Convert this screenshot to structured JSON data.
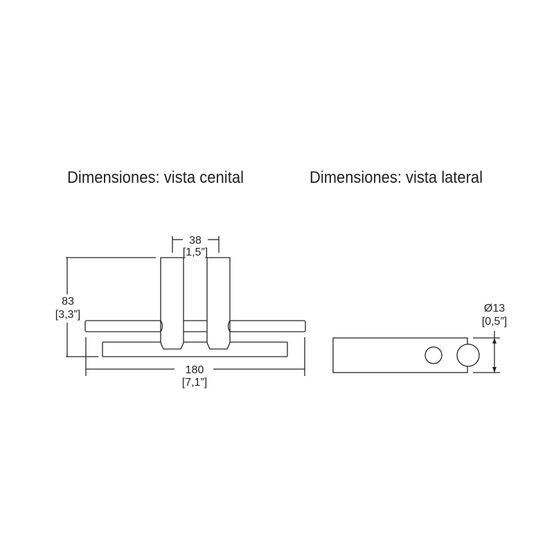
{
  "titles": {
    "top_view": "Dimensiones: vista cenital",
    "side_view": "Dimensiones: vista lateral"
  },
  "top_view": {
    "gap_dim": {
      "mm": "38",
      "in": "[1,5”]"
    },
    "height_dim": {
      "mm": "83",
      "in": "[3,3”]"
    },
    "width_dim": {
      "mm": "180",
      "in": "[7,1”]"
    }
  },
  "side_view": {
    "diameter_dim": {
      "mm": "Ø13",
      "in": "[0,5”]"
    }
  }
}
